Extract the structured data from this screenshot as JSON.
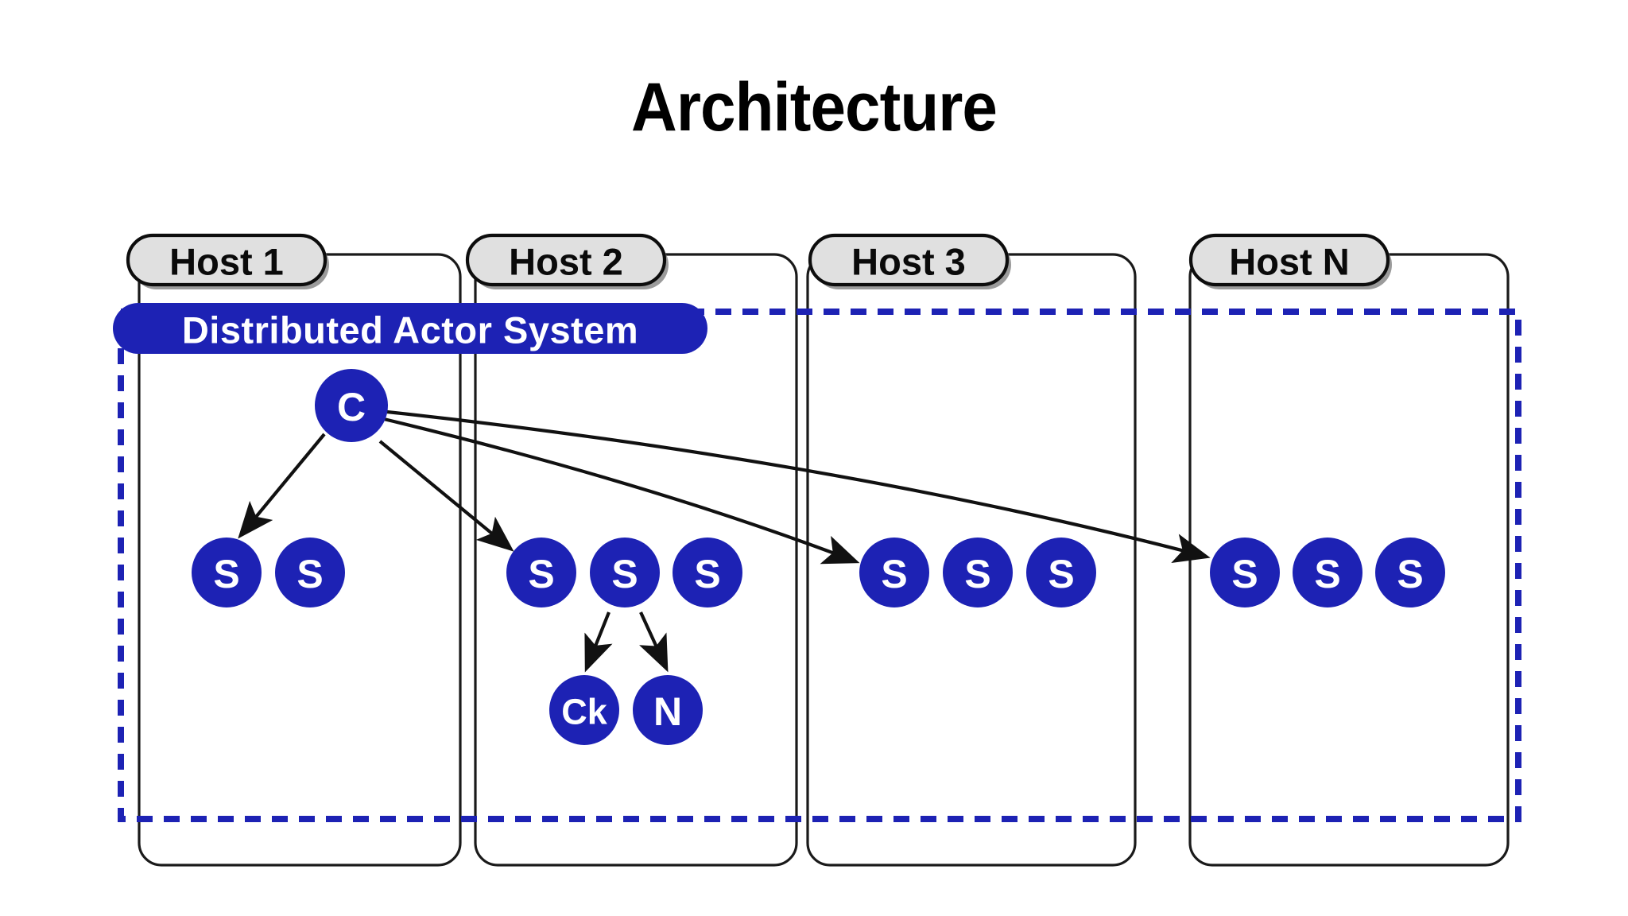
{
  "slide": {
    "title": "Architecture",
    "background_color": "#ffffff"
  },
  "colors": {
    "actor_blue": "#1d22b4",
    "host_pill_fill": "#e0e0e0",
    "host_border": "#1a1a1a",
    "text_dark": "#0a0a0a",
    "text_light": "#ffffff"
  },
  "boundary": {
    "label": "Distributed Actor System",
    "style": "dashed",
    "color": "#1d22b4"
  },
  "hosts": [
    {
      "id": "host1",
      "label": "Host 1"
    },
    {
      "id": "host2",
      "label": "Host 2"
    },
    {
      "id": "host3",
      "label": "Host 3"
    },
    {
      "id": "hostN",
      "label": "Host N"
    }
  ],
  "nodes": {
    "client": {
      "label": "C",
      "host": "host1"
    },
    "host1_servers": [
      {
        "label": "S"
      },
      {
        "label": "S"
      }
    ],
    "host2_servers": [
      {
        "label": "S"
      },
      {
        "label": "S"
      },
      {
        "label": "S"
      }
    ],
    "host3_servers": [
      {
        "label": "S"
      },
      {
        "label": "S"
      },
      {
        "label": "S"
      }
    ],
    "hostN_servers": [
      {
        "label": "S"
      },
      {
        "label": "S"
      },
      {
        "label": "S"
      }
    ],
    "host2_children": [
      {
        "label": "Ck"
      },
      {
        "label": "N"
      }
    ]
  },
  "edges": [
    {
      "from": "C",
      "to": "host1-server-1"
    },
    {
      "from": "C",
      "to": "host2-server-1"
    },
    {
      "from": "C",
      "to": "host3-server-1"
    },
    {
      "from": "C",
      "to": "hostN-server-1"
    },
    {
      "from": "host2-server-2",
      "to": "Ck"
    },
    {
      "from": "host2-server-2",
      "to": "N"
    }
  ]
}
